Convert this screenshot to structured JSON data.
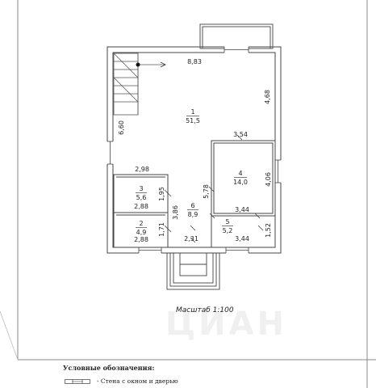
{
  "scale_label": "Масштаб 1:100",
  "watermark": "ЦИАН",
  "legend": {
    "title": "Условные обозначения:",
    "items": [
      {
        "text": "- Стена с окном и дверью"
      }
    ]
  },
  "dimensions": {
    "top_width": "8,83",
    "right_upper": "4,68",
    "left_height": "6,60",
    "mid_width": "3,54",
    "left_width": "2,98",
    "room4_height": "4,06",
    "room4_width": "3,44",
    "room3_height": "1,95",
    "room6_left": "3,86",
    "room6_right": "5,78",
    "room2_height": "1,71",
    "room6_width": "2,31",
    "room5_height": "1,52",
    "room5_width": "3,44"
  },
  "rooms": [
    {
      "number": "1",
      "area": "51,5"
    },
    {
      "number": "2",
      "area": "4,9",
      "width": "2,88"
    },
    {
      "number": "3",
      "area": "5,6",
      "width": "2,88"
    },
    {
      "number": "4",
      "area": "14,0"
    },
    {
      "number": "5",
      "area": "5,2"
    },
    {
      "number": "6",
      "area": "8,9"
    }
  ]
}
